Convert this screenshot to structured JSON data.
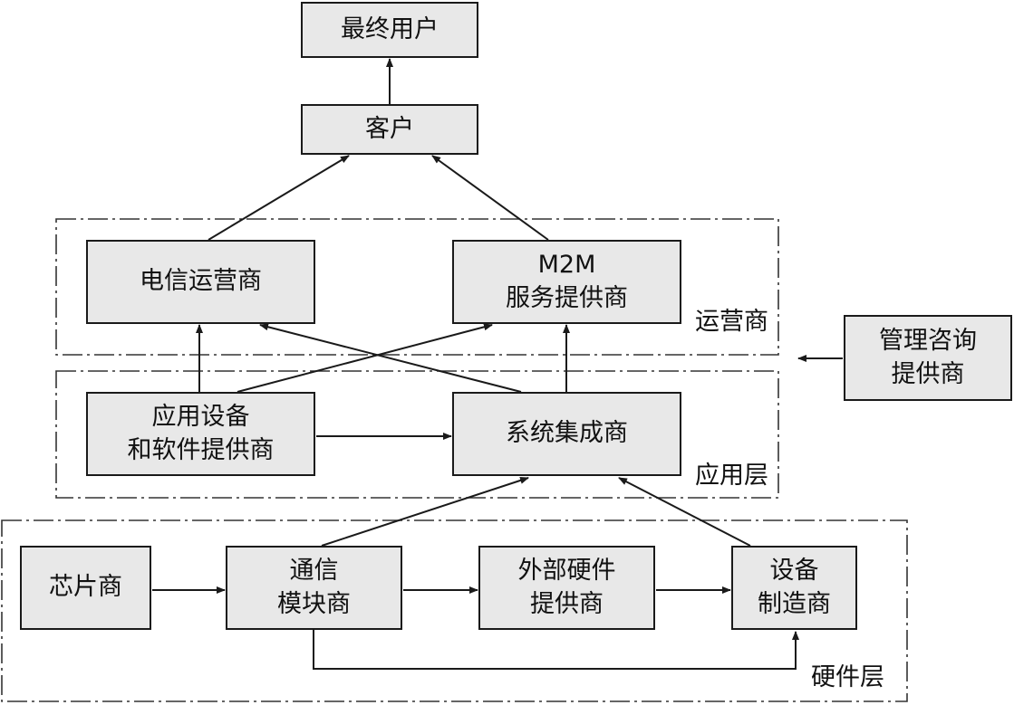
{
  "nodes": {
    "end_user": "最终用户",
    "customer": "客户",
    "telecom_operator": "电信运营商",
    "m2m_line1": "M2M",
    "m2m_line2": "服务提供商",
    "app_device_line1": "应用设备",
    "app_device_line2": "和软件提供商",
    "system_integrator": "系统集成商",
    "chip_vendor": "芯片商",
    "comm_module_line1": "通信",
    "comm_module_line2": "模块商",
    "ext_hardware_line1": "外部硬件",
    "ext_hardware_line2": "提供商",
    "device_maker_line1": "设备",
    "device_maker_line2": "制造商",
    "mgmt_consult_line1": "管理咨询",
    "mgmt_consult_line2": "提供商"
  },
  "groups": {
    "operator_layer": "运营商",
    "application_layer": "应用层",
    "hardware_layer": "硬件层"
  }
}
